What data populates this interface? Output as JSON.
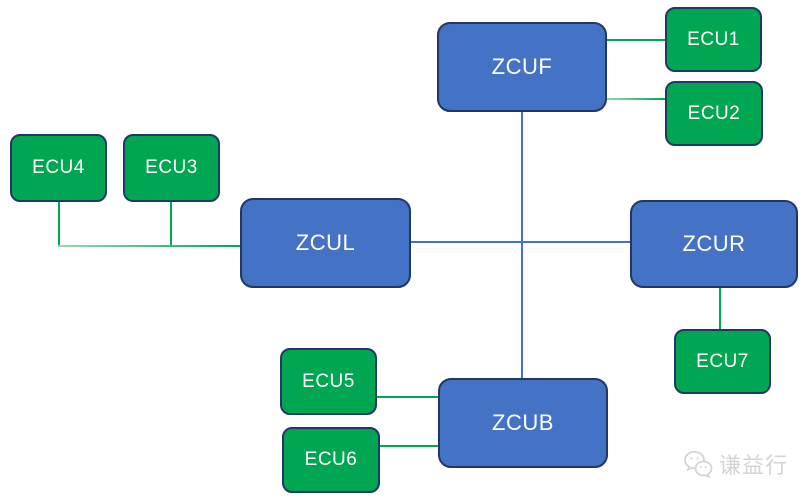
{
  "diagram": {
    "description": "Zonal controller topology with four ZCU zone controllers cross-connected and seven ECUs attached",
    "nodes": {
      "zcuf": {
        "label": "ZCUF",
        "type": "zcu"
      },
      "zcul": {
        "label": "ZCUL",
        "type": "zcu"
      },
      "zcur": {
        "label": "ZCUR",
        "type": "zcu"
      },
      "zcub": {
        "label": "ZCUB",
        "type": "zcu"
      },
      "ecu1": {
        "label": "ECU1",
        "type": "ecu"
      },
      "ecu2": {
        "label": "ECU2",
        "type": "ecu"
      },
      "ecu3": {
        "label": "ECU3",
        "type": "ecu"
      },
      "ecu4": {
        "label": "ECU4",
        "type": "ecu"
      },
      "ecu5": {
        "label": "ECU5",
        "type": "ecu"
      },
      "ecu6": {
        "label": "ECU6",
        "type": "ecu"
      },
      "ecu7": {
        "label": "ECU7",
        "type": "ecu"
      }
    },
    "edges": [
      {
        "from": "ZCUF",
        "to": "ECU1",
        "color": "green"
      },
      {
        "from": "ZCUF",
        "to": "ECU2",
        "color": "green"
      },
      {
        "from": "ZCUF",
        "to": "ZCUB",
        "color": "blue"
      },
      {
        "from": "ZCUL",
        "to": "ZCUR",
        "color": "blue"
      },
      {
        "from": "ECU4",
        "to": "ZCUL",
        "color": "green"
      },
      {
        "from": "ECU3",
        "to": "ZCUL",
        "color": "green"
      },
      {
        "from": "ZCUR",
        "to": "ECU7",
        "color": "green"
      },
      {
        "from": "ECU5",
        "to": "ZCUB",
        "color": "green"
      },
      {
        "from": "ECU6",
        "to": "ZCUB",
        "color": "green"
      }
    ]
  },
  "watermark": {
    "icon": "wechat-icon",
    "text": "谦益行"
  },
  "colors": {
    "zcu_fill": "#4472C4",
    "ecu_fill": "#00A651",
    "node_border": "#1F3864",
    "blue_connector": "#4472C4",
    "green_connector": "#00A651",
    "watermark_gray": "#D4D4D4",
    "background": "#FFFFFF"
  }
}
